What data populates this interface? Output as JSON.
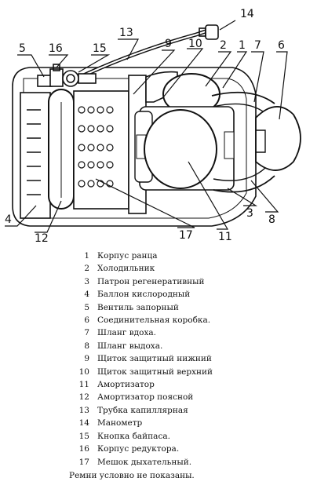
{
  "callouts": [
    "14",
    "13",
    "5",
    "16",
    "15",
    "9",
    "10",
    "2",
    "1",
    "7",
    "6",
    "4",
    "12",
    "17",
    "11",
    "3",
    "8"
  ],
  "legend": [
    {
      "num": "1",
      "text": "Корпус ранца"
    },
    {
      "num": "2",
      "text": "Холодильник"
    },
    {
      "num": "3",
      "text": "Патрон регенеративный"
    },
    {
      "num": "4",
      "text": "Баллон кислородный"
    },
    {
      "num": "5",
      "text": "Вентиль запорный"
    },
    {
      "num": "6",
      "text": "Соединительная коробка."
    },
    {
      "num": "7",
      "text": "Шланг вдоха."
    },
    {
      "num": "8",
      "text": "Шланг выдоха."
    },
    {
      "num": "9",
      "text": "Щиток защитный нижний"
    },
    {
      "num": "10",
      "text": "Щиток защитный верхний"
    },
    {
      "num": "11",
      "text": "Амортизатор"
    },
    {
      "num": "12",
      "text": "Амортизатор поясной"
    },
    {
      "num": "13",
      "text": "Трубка капиллярная"
    },
    {
      "num": "14",
      "text": "Манометр"
    },
    {
      "num": "15",
      "text": "Кнопка байпаса."
    },
    {
      "num": "16",
      "text": "Корпус редуктора."
    },
    {
      "num": "17",
      "text": "Мешок дыхательный."
    }
  ],
  "note": "Ремни условно не показаны."
}
